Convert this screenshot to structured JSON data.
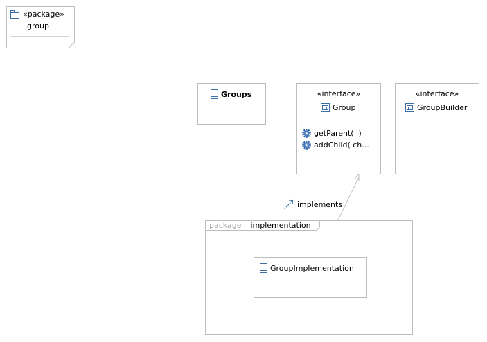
{
  "package_note": {
    "stereotype": "«package»",
    "name": "group"
  },
  "classes": {
    "groups": {
      "name": "Groups"
    },
    "group": {
      "stereotype": "«interface»",
      "name": "Group",
      "operations": [
        "getParent(  )",
        "addChild( ch..."
      ]
    },
    "group_builder": {
      "stereotype": "«interface»",
      "name": "GroupBuilder"
    },
    "group_implementation": {
      "name": "GroupImplementation"
    }
  },
  "implementation_package": {
    "keyword": "package",
    "name": "implementation"
  },
  "relationship": {
    "label": "implements"
  },
  "colors": {
    "border": "#bdbdbd",
    "icon": "#3a6ea5",
    "gear": "#2f64a8",
    "tab_keyword": "#aaaaaa"
  }
}
